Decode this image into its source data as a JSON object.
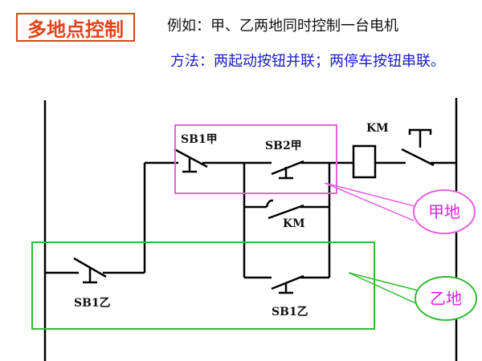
{
  "title": "多地点控制",
  "example": "例如：甲、乙两地同时控制一台电机",
  "method": "方法：两起动按钮并联；两停车按钮串联。",
  "labels": {
    "sb1_jia": "SB1甲",
    "sb2_jia": "SB2甲",
    "km_coil": "KM",
    "km_contact": "KM",
    "sb1_yi_stop": "SB1乙",
    "sb1_yi_start": "SB1乙"
  },
  "callouts": {
    "jia": "甲地",
    "yi": "乙地"
  },
  "colors": {
    "title": "#e0451c",
    "method": "#1a1acc",
    "jia_region": "#e860e0",
    "yi_region": "#33bb33"
  }
}
